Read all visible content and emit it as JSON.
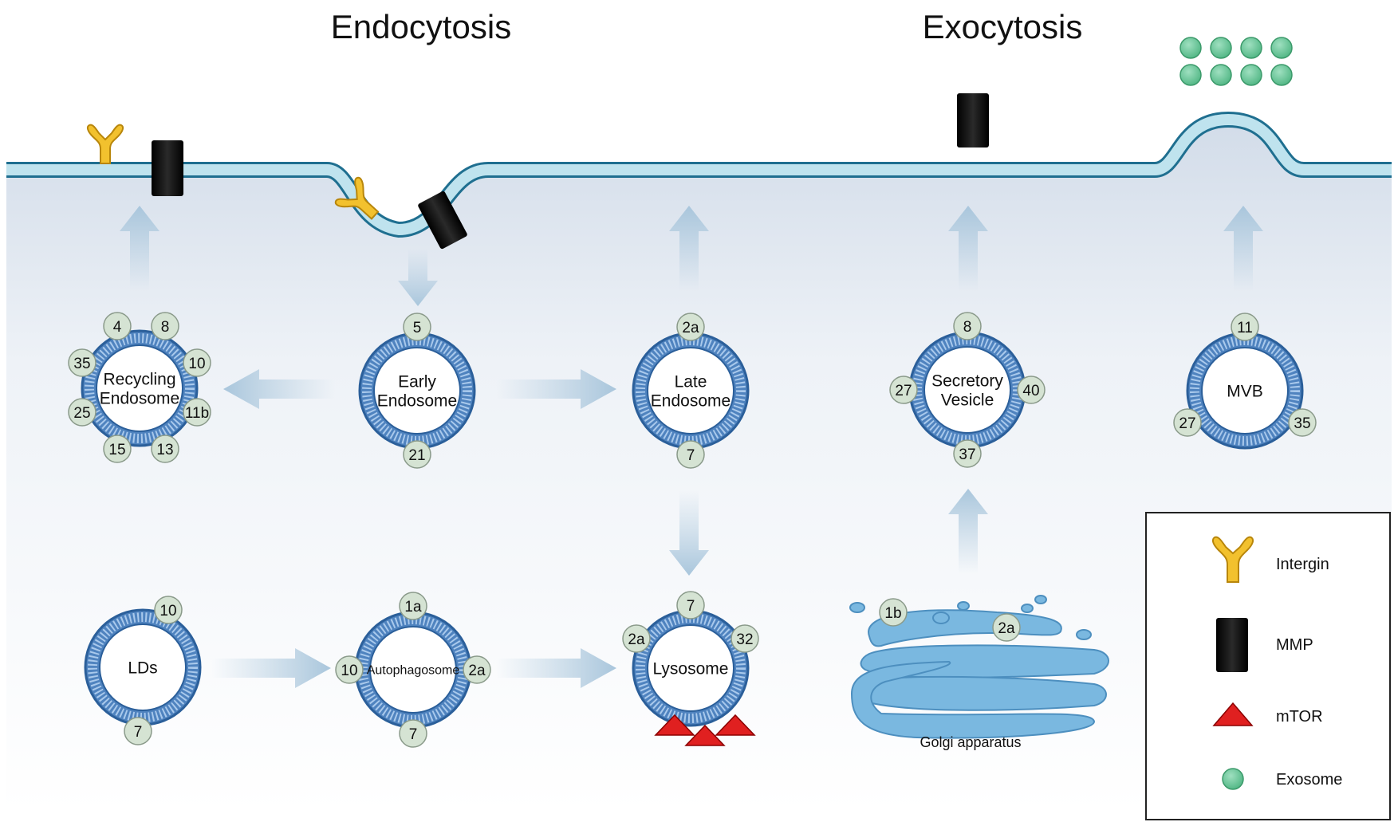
{
  "titles": {
    "left": "Endocytosis",
    "right": "Exocytosis"
  },
  "vesicles": {
    "recycling": {
      "label": "Recycling\nEndosome",
      "rabs": [
        "4",
        "8",
        "10",
        "11b",
        "13",
        "15",
        "25",
        "35"
      ]
    },
    "early": {
      "label": "Early\nEndosome",
      "rabs": [
        "5",
        "21"
      ]
    },
    "late": {
      "label": "Late\nEndosome",
      "rabs": [
        "2a",
        "7"
      ]
    },
    "secretory": {
      "label": "Secretory\nVesicle",
      "rabs": [
        "8",
        "27",
        "40",
        "37"
      ]
    },
    "mvb": {
      "label": "MVB",
      "rabs": [
        "11",
        "27",
        "35"
      ]
    },
    "lds": {
      "label": "LDs",
      "rabs": [
        "10",
        "7"
      ]
    },
    "autophagosome": {
      "label": "Autophagosome",
      "rabs": [
        "1a",
        "10",
        "2a",
        "7"
      ]
    },
    "lysosome": {
      "label": "Lysosome",
      "rabs": [
        "7",
        "2a",
        "32"
      ]
    }
  },
  "golgi": {
    "label": "Golgi apparatus",
    "rabs": [
      "1b",
      "2a"
    ]
  },
  "legend": [
    {
      "icon": "integrin-icon",
      "label": "Intergin"
    },
    {
      "icon": "mmp-icon",
      "label": "MMP"
    },
    {
      "icon": "mtor-icon",
      "label": "mTOR"
    },
    {
      "icon": "exosome-icon",
      "label": "Exosome"
    }
  ],
  "colors": {
    "membrane_fill": "#bfe3ee",
    "membrane_stroke": "#1f6f90",
    "cytoplasm_top": "#d2dce9",
    "vesicle_ring": "#4f83bf",
    "badge_fill": "#d5e3d3",
    "integrin": "#f2c12e",
    "mmp": "#111111",
    "mtor": "#e02020",
    "exosome": "#6cc79a",
    "golgi": "#7ab8e0",
    "arrow": "#b4cde0"
  }
}
